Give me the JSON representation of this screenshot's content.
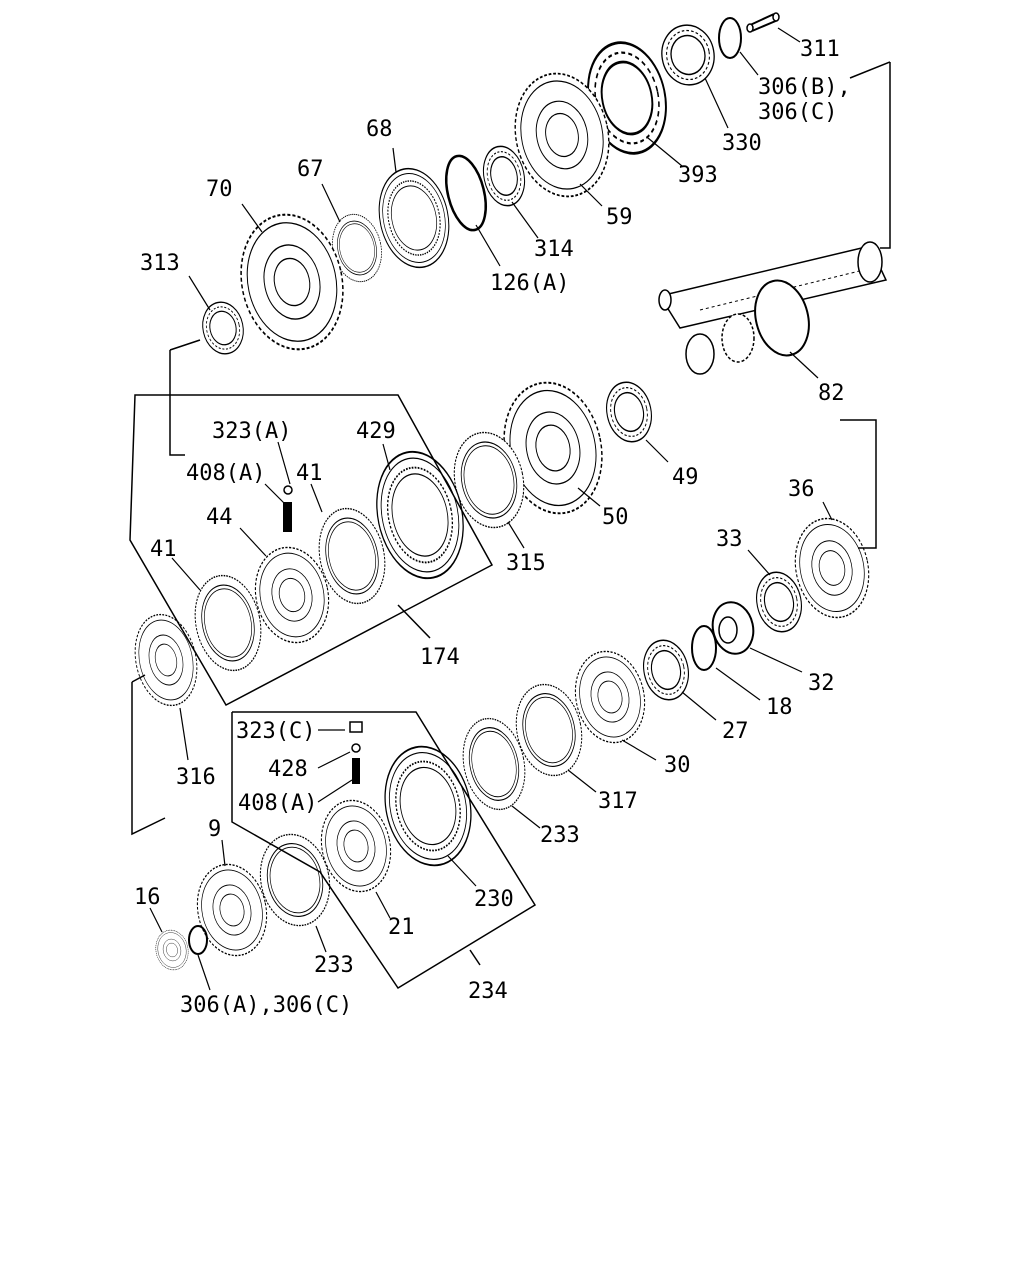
{
  "diagram": {
    "labels": {
      "p311": "311",
      "p306bc": "306(B),",
      "p306c_top": "306(C)",
      "p330": "330",
      "p393": "393",
      "p59": "59",
      "p68": "68",
      "p67": "67",
      "p70": "70",
      "p313": "313",
      "p314": "314",
      "p126a": "126(A)",
      "p82": "82",
      "p323a": "323(A)",
      "p429": "429",
      "p408a_top": "408(A)",
      "p41a": "41",
      "p44": "44",
      "p41b": "41",
      "p49": "49",
      "p50": "50",
      "p315": "315",
      "p174": "174",
      "p36": "36",
      "p33": "33",
      "p32": "32",
      "p18": "18",
      "p27": "27",
      "p30": "30",
      "p316": "316",
      "p323c": "323(C)",
      "p428": "428",
      "p408a_bot": "408(A)",
      "p317": "317",
      "p233a": "233",
      "p9": "9",
      "p230": "230",
      "p21": "21",
      "p16": "16",
      "p233b": "233",
      "p234": "234",
      "p306ac": "306(A),306(C)"
    }
  }
}
